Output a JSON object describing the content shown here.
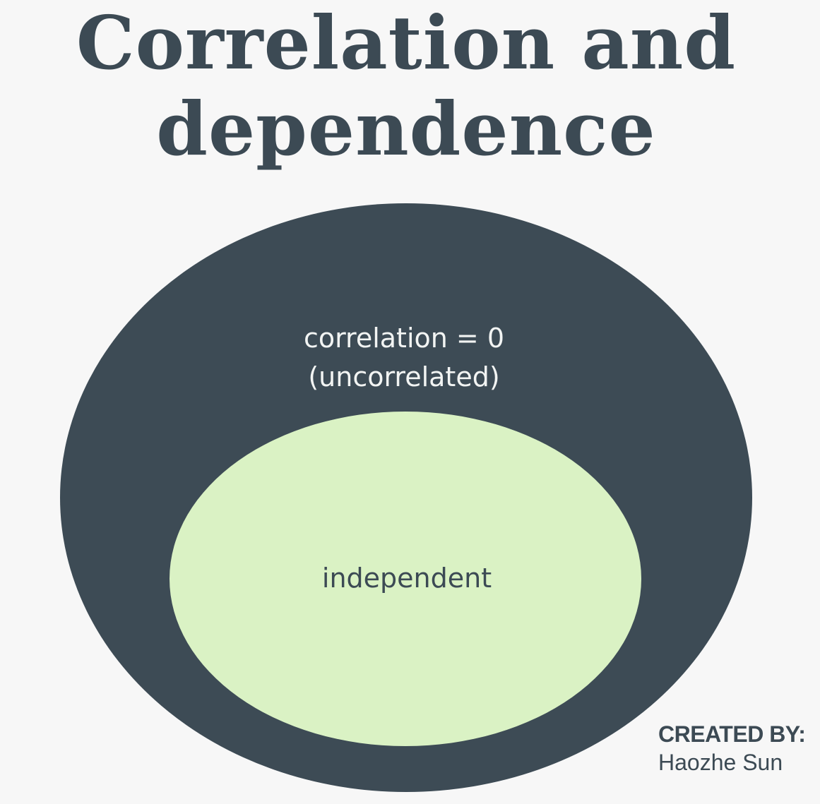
{
  "title": {
    "line1": "Correlation and",
    "line2": "dependence"
  },
  "diagram": {
    "outer_set": {
      "label_line1": "correlation = 0",
      "label_line2": "(uncorrelated)",
      "color": "#3d4b55"
    },
    "inner_set": {
      "label": "independent",
      "color": "#daf2c4"
    }
  },
  "credit": {
    "heading": "CREATED BY:",
    "name": "Haozhe Sun"
  },
  "colors": {
    "background": "#f7f7f7",
    "text_dark": "#3c4a54"
  }
}
